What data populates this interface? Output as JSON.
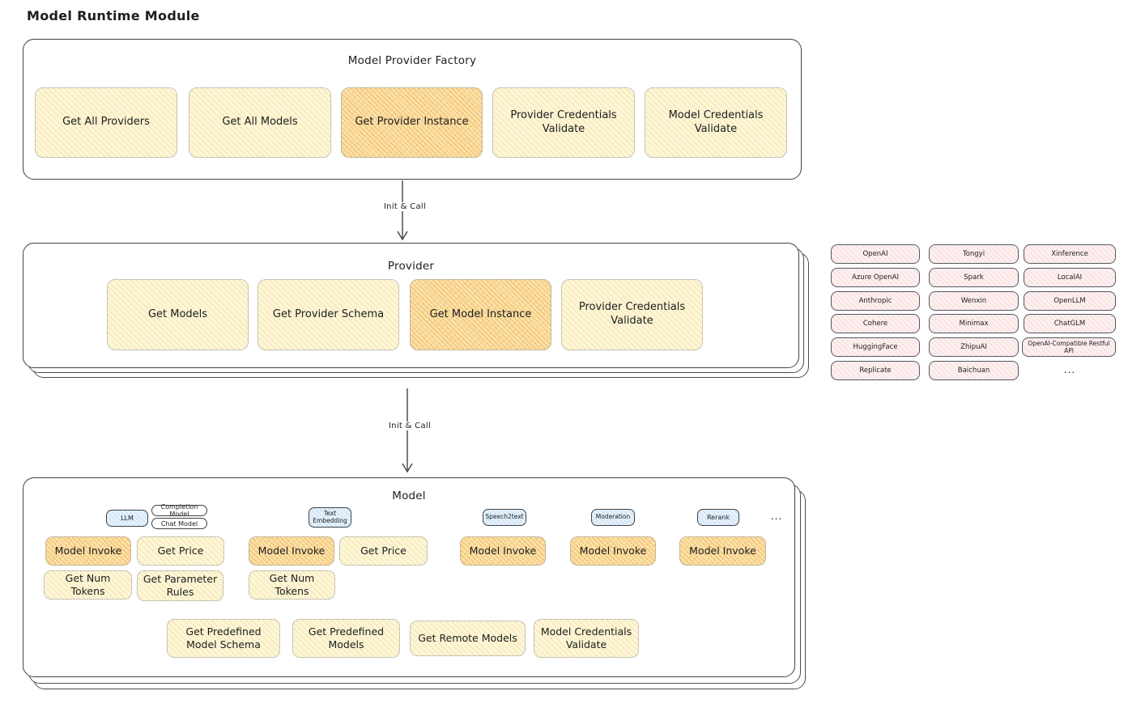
{
  "page": {
    "title": "Model Runtime Module"
  },
  "labels": {
    "init_and_call": "Init & Call"
  },
  "colors": {
    "background": "#ffffff",
    "stroke": "#3f4246",
    "yellow_fill": "#fdf6d7",
    "orange_fill": "#fbe3ab",
    "pink_fill": "#fdf0f0",
    "blue_fill": "#e7f2fb",
    "dotted_border": "#8f959b",
    "text": "#1c1e21"
  },
  "factory": {
    "title": "Model Provider Factory",
    "buttons": [
      {
        "label": "Get All Providers",
        "variant": "yellow"
      },
      {
        "label": "Get All Models",
        "variant": "yellow"
      },
      {
        "label": "Get Provider Instance",
        "variant": "orange"
      },
      {
        "label": "Provider Credentials Validate",
        "variant": "yellow"
      },
      {
        "label": "Model Credentials Validate",
        "variant": "yellow"
      }
    ]
  },
  "provider": {
    "title": "Provider",
    "buttons": [
      {
        "label": "Get Models",
        "variant": "yellow"
      },
      {
        "label": "Get Provider Schema",
        "variant": "yellow"
      },
      {
        "label": "Get Model Instance",
        "variant": "orange"
      },
      {
        "label": "Provider Credentials Validate",
        "variant": "yellow"
      }
    ]
  },
  "providers_grid": {
    "columns": [
      [
        "OpenAI",
        "Azure OpenAI",
        "Anthropic",
        "Cohere",
        "HuggingFace",
        "Replicate"
      ],
      [
        "Tongyi",
        "Spark",
        "Wenxin",
        "Minimax",
        "ZhipuAI",
        "Baichuan"
      ],
      [
        "Xinference",
        "LocalAI",
        "OpenLLM",
        "ChatGLM",
        "OpenAI-Compatible Restful API"
      ]
    ],
    "more": "..."
  },
  "model": {
    "title": "Model",
    "tags": {
      "llm": "LLM",
      "completion_model": "Completion Model",
      "chat_model": "Chat Model",
      "text_embedding": "Text Embedding",
      "speech2text": "Speech2text",
      "moderation": "Moderation",
      "rerank": "Rerank",
      "more": "..."
    },
    "llm_buttons": [
      {
        "label": "Model Invoke",
        "variant": "orange"
      },
      {
        "label": "Get Price",
        "variant": "yellow"
      },
      {
        "label": "Get Num Tokens",
        "variant": "yellow"
      },
      {
        "label": "Get Parameter Rules",
        "variant": "yellow"
      }
    ],
    "embedding_buttons": [
      {
        "label": "Model Invoke",
        "variant": "orange"
      },
      {
        "label": "Get Price",
        "variant": "yellow"
      },
      {
        "label": "Get Num Tokens",
        "variant": "yellow"
      }
    ],
    "speech2text_buttons": [
      {
        "label": "Model Invoke",
        "variant": "orange"
      }
    ],
    "moderation_buttons": [
      {
        "label": "Model Invoke",
        "variant": "orange"
      }
    ],
    "rerank_buttons": [
      {
        "label": "Model Invoke",
        "variant": "orange"
      }
    ],
    "common_buttons": [
      {
        "label": "Get Predefined Model Schema",
        "variant": "yellow"
      },
      {
        "label": "Get Predefined Models",
        "variant": "yellow"
      },
      {
        "label": "Get Remote Models",
        "variant": "yellow"
      },
      {
        "label": "Model Credentials Validate",
        "variant": "yellow"
      }
    ]
  }
}
